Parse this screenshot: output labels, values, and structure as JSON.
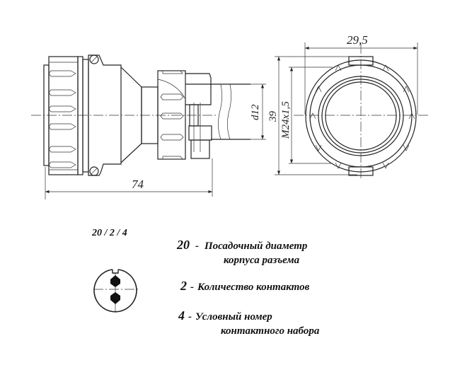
{
  "dimensions": {
    "width_front": "29,5",
    "height_front": "39",
    "thread": "M24x1,5",
    "cable_diameter": "d12",
    "length": "74"
  },
  "legend": {
    "code": "20 / 2 / 4",
    "items": [
      {
        "number": "20",
        "dash": "-",
        "line1": "Посадочный диаметр",
        "line2": "корпуса разъема"
      },
      {
        "number": "2",
        "dash": "-",
        "line1": "Количество контактов",
        "line2": ""
      },
      {
        "number": "4",
        "dash": "-",
        "line1": "Условный номер",
        "line2": "контактного набора"
      }
    ]
  }
}
